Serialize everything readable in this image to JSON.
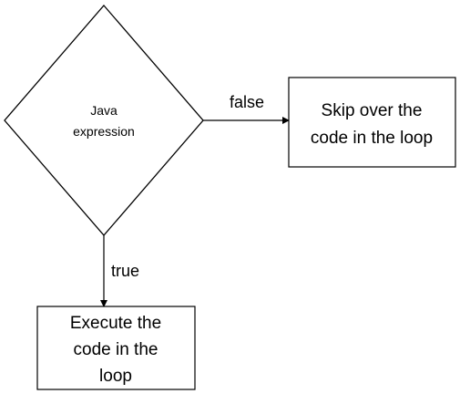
{
  "diagram": {
    "decision": {
      "line1": "Java",
      "line2": "expression"
    },
    "edges": {
      "false_label": "false",
      "true_label": "true"
    },
    "skip_box": {
      "line1": "Skip over the",
      "line2": "code in the loop"
    },
    "execute_box": {
      "line1": "Execute the",
      "line2": "code in the",
      "line3": "loop"
    }
  }
}
